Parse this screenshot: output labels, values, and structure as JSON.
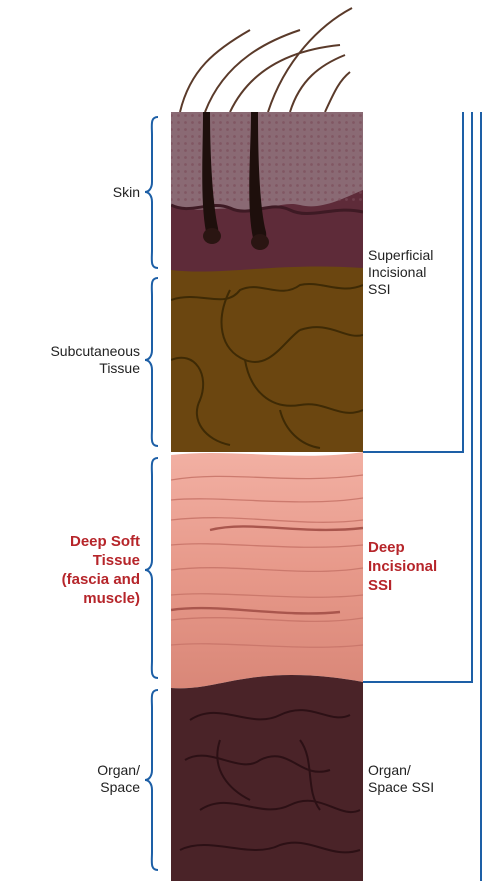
{
  "left_labels": {
    "skin": "Skin",
    "subcutaneous": "Subcutaneous\nTissue",
    "deep_soft": "Deep Soft\nTissue\n(fascia and\nmuscle)",
    "organ_space": "Organ/\nSpace"
  },
  "right_labels": {
    "superficial": "Superficial\nIncisional\nSSI",
    "deep": "Deep\nIncisional\nSSI",
    "organ_space": "Organ/\nSpace SSI"
  },
  "colors": {
    "accent_red": "#b6252a",
    "bracket_blue": "#1d5fa6",
    "skin": "#5e2b39",
    "subcutaneous": "#6b4610",
    "muscle": "#e89a8c",
    "organ": "#4a2328"
  }
}
